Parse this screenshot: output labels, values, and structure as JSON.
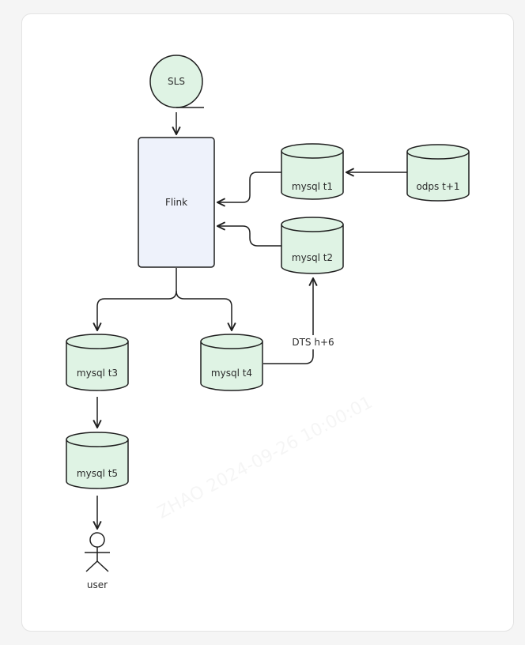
{
  "colors": {
    "node_fill": "#dff3e4",
    "flink_fill": "#eef2fb",
    "stroke": "#1f1f1f"
  },
  "nodes": {
    "sls": "SLS",
    "flink": "Flink",
    "mysql_t1": "mysql t1",
    "mysql_t2": "mysql t2",
    "mysql_t3": "mysql t3",
    "mysql_t4": "mysql t4",
    "mysql_t5": "mysql t5",
    "odps": "odps t+1",
    "user": "user"
  },
  "edges": {
    "dts_label": "DTS h+6"
  },
  "watermark": "ZHAO 2024-09-26 10:00:01"
}
